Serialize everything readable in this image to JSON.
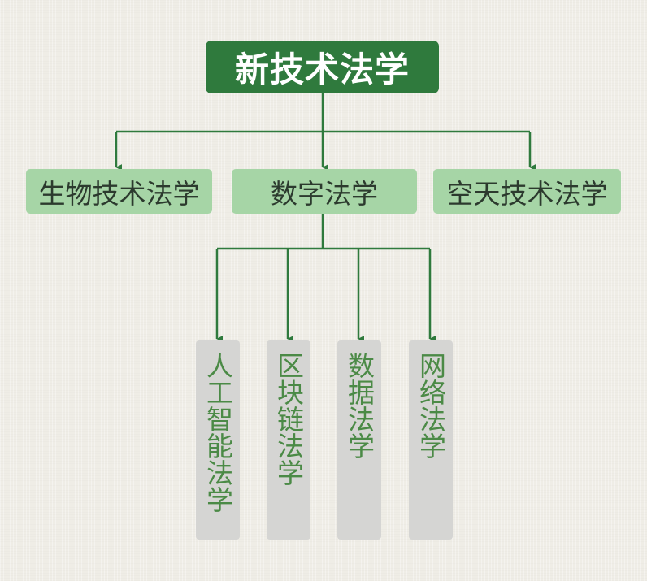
{
  "root": {
    "label": "新技术法学"
  },
  "level1": [
    {
      "id": "bio",
      "label": "生物技术法学"
    },
    {
      "id": "digital",
      "label": "数字法学"
    },
    {
      "id": "space",
      "label": "空天技术法学"
    }
  ],
  "level2": [
    {
      "id": "ai",
      "label": "人工智能法学"
    },
    {
      "id": "blockchain",
      "label": "区块链法学"
    },
    {
      "id": "data",
      "label": "数据法学"
    },
    {
      "id": "network",
      "label": "网络法学"
    }
  ],
  "colors": {
    "root_bg": "#2f7a3d",
    "level1_bg": "#a6d5a6",
    "level2_bg": "#d5d5d3",
    "level2_text": "#4b8a46",
    "connector": "#2f7a3d",
    "background": "#efede6"
  }
}
